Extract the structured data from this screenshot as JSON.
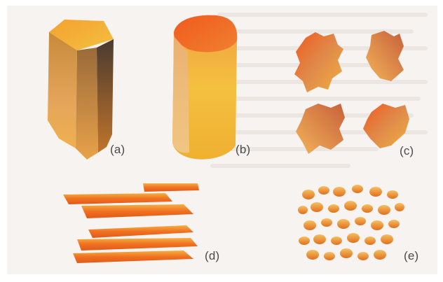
{
  "figure": {
    "panels": [
      {
        "id": "a",
        "label": "(a)",
        "shape": "columnar-crystal"
      },
      {
        "id": "b",
        "label": "(b)",
        "shape": "prismatic-crystal"
      },
      {
        "id": "c",
        "label": "(c)",
        "shape": "spherulitic-clusters"
      },
      {
        "id": "d",
        "label": "(d)",
        "shape": "platy-layers"
      },
      {
        "id": "e",
        "label": "(e)",
        "shape": "granular-particles"
      }
    ],
    "colors": {
      "background": "#f7f3f1",
      "warm_top": "#f05a1e",
      "warm_mid": "#f2a030",
      "warm_light": "#f6d070",
      "shadow": "#7a5a3a",
      "label": "#4a4a4a"
    }
  }
}
